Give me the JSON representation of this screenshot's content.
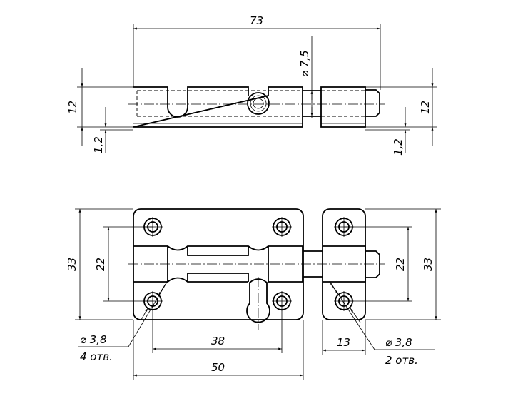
{
  "drawing": {
    "top_view": {
      "overall_length": "73",
      "bolt_diameter": "⌀ 7,5",
      "height_left": "12",
      "height_right": "12",
      "offset_left": "1,2",
      "offset_right": "1,2"
    },
    "front_view": {
      "height_left": "33",
      "hole_spacing_left": "22",
      "hole_spacing_right": "22",
      "height_right": "33",
      "hole_dia_left": "⌀ 3,8",
      "hole_count_left": "4 отв.",
      "hole_pitch": "38",
      "keeper_width": "13",
      "hole_dia_right": "⌀ 3,8",
      "hole_count_right": "2 отв.",
      "plate_length": "50"
    }
  }
}
